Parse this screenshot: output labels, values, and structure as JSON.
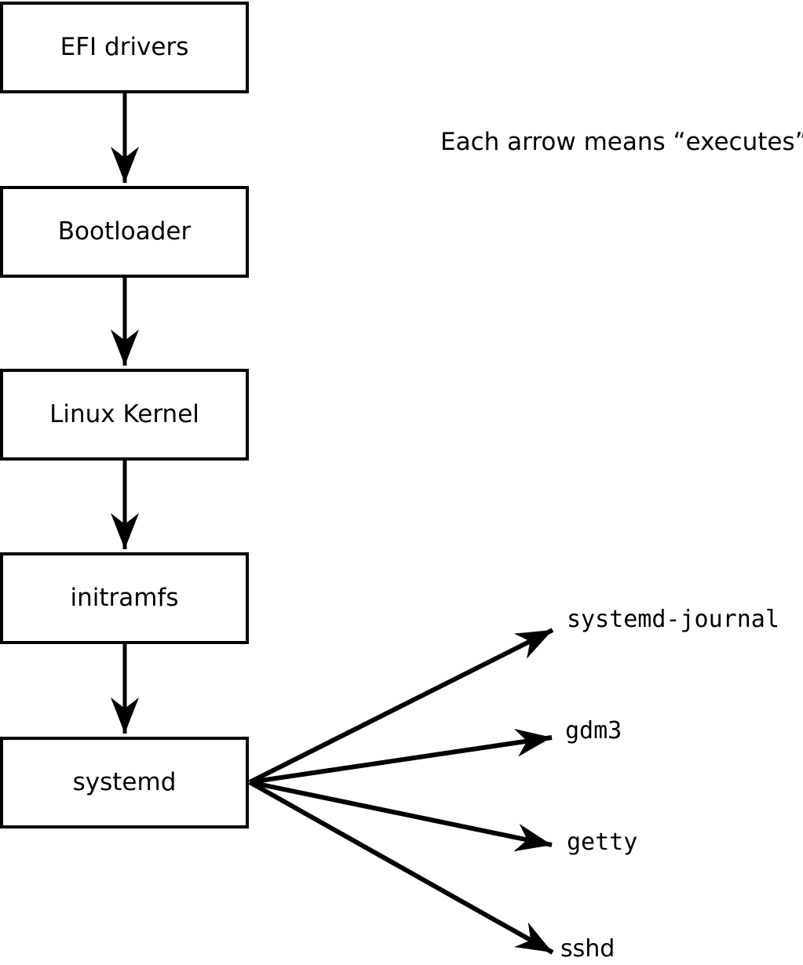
{
  "diagram": {
    "note": "Each arrow means “executes”.",
    "boot_chain": [
      {
        "label": "EFI drivers"
      },
      {
        "label": "Bootloader"
      },
      {
        "label": "Linux Kernel"
      },
      {
        "label": "initramfs"
      },
      {
        "label": "systemd"
      }
    ],
    "spawned_processes": [
      {
        "label": "systemd-journal"
      },
      {
        "label": "gdm3"
      },
      {
        "label": "getty"
      },
      {
        "label": "sshd"
      }
    ],
    "colors": {
      "line": "#000000",
      "text": "#000000",
      "background": "#ffffff",
      "box_fill": "#ffffff"
    }
  }
}
